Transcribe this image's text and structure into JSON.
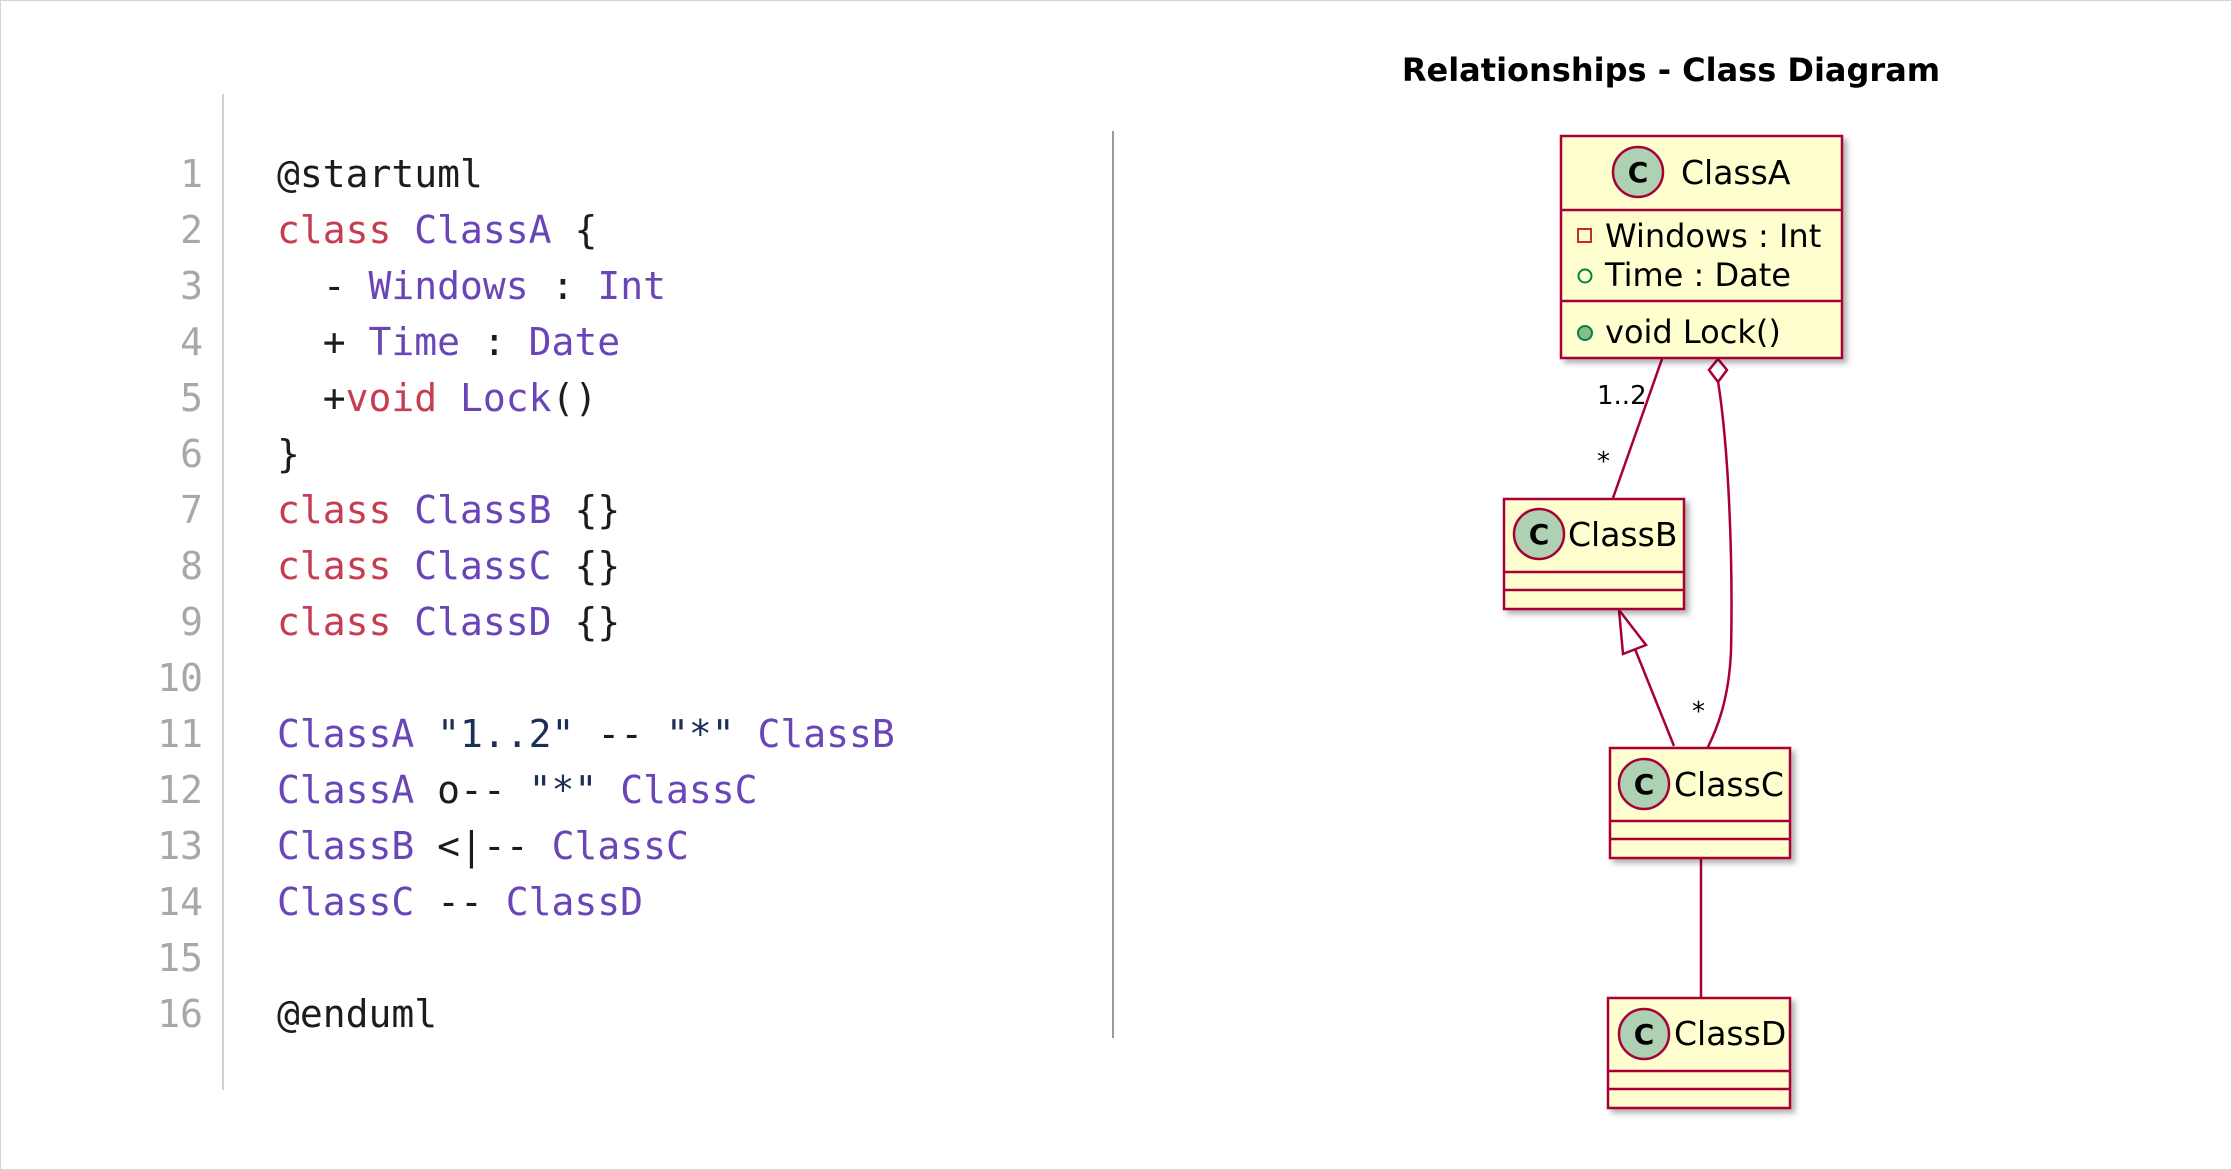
{
  "editor": {
    "lines": [
      {
        "n": "1",
        "tokens": [
          {
            "t": "@startuml",
            "k": "plain"
          }
        ]
      },
      {
        "n": "2",
        "tokens": [
          {
            "t": "class ",
            "k": "kw"
          },
          {
            "t": "ClassA",
            "k": "name"
          },
          {
            "t": " {",
            "k": "plain"
          }
        ]
      },
      {
        "n": "3",
        "tokens": [
          {
            "t": "  - ",
            "k": "plain"
          },
          {
            "t": "Windows",
            "k": "name"
          },
          {
            "t": " : ",
            "k": "plain"
          },
          {
            "t": "Int",
            "k": "name"
          }
        ]
      },
      {
        "n": "4",
        "tokens": [
          {
            "t": "  + ",
            "k": "plain"
          },
          {
            "t": "Time",
            "k": "name"
          },
          {
            "t": " : ",
            "k": "plain"
          },
          {
            "t": "Date",
            "k": "name"
          }
        ]
      },
      {
        "n": "5",
        "tokens": [
          {
            "t": "  +",
            "k": "plain"
          },
          {
            "t": "void",
            "k": "kw"
          },
          {
            "t": " ",
            "k": "plain"
          },
          {
            "t": "Lock",
            "k": "name"
          },
          {
            "t": "()",
            "k": "plain"
          }
        ]
      },
      {
        "n": "6",
        "tokens": [
          {
            "t": "}",
            "k": "plain"
          }
        ]
      },
      {
        "n": "7",
        "tokens": [
          {
            "t": "class ",
            "k": "kw"
          },
          {
            "t": "ClassB",
            "k": "name"
          },
          {
            "t": " {}",
            "k": "plain"
          }
        ]
      },
      {
        "n": "8",
        "tokens": [
          {
            "t": "class ",
            "k": "kw"
          },
          {
            "t": "ClassC",
            "k": "name"
          },
          {
            "t": " {}",
            "k": "plain"
          }
        ]
      },
      {
        "n": "9",
        "tokens": [
          {
            "t": "class ",
            "k": "kw"
          },
          {
            "t": "ClassD",
            "k": "name"
          },
          {
            "t": " {}",
            "k": "plain"
          }
        ]
      },
      {
        "n": "10",
        "tokens": []
      },
      {
        "n": "11",
        "tokens": [
          {
            "t": "ClassA",
            "k": "name"
          },
          {
            "t": " ",
            "k": "plain"
          },
          {
            "t": "\"1..2\"",
            "k": "str"
          },
          {
            "t": " -- ",
            "k": "plain"
          },
          {
            "t": "\"*\"",
            "k": "str"
          },
          {
            "t": " ",
            "k": "plain"
          },
          {
            "t": "ClassB",
            "k": "name"
          }
        ]
      },
      {
        "n": "12",
        "tokens": [
          {
            "t": "ClassA",
            "k": "name"
          },
          {
            "t": " o-- ",
            "k": "plain"
          },
          {
            "t": "\"*\"",
            "k": "str"
          },
          {
            "t": " ",
            "k": "plain"
          },
          {
            "t": "ClassC",
            "k": "name"
          }
        ]
      },
      {
        "n": "13",
        "tokens": [
          {
            "t": "ClassB",
            "k": "name"
          },
          {
            "t": " <|-- ",
            "k": "plain"
          },
          {
            "t": "ClassC",
            "k": "name"
          }
        ]
      },
      {
        "n": "14",
        "tokens": [
          {
            "t": "ClassC",
            "k": "name"
          },
          {
            "t": " -- ",
            "k": "plain"
          },
          {
            "t": "ClassD",
            "k": "name"
          }
        ]
      },
      {
        "n": "15",
        "tokens": []
      },
      {
        "n": "16",
        "tokens": [
          {
            "t": "@enduml",
            "k": "plain"
          }
        ]
      }
    ]
  },
  "diagram": {
    "title": "Relationships - Class Diagram",
    "spot_letter": "C",
    "classes": {
      "classA": {
        "name": "ClassA",
        "fields": [
          {
            "visibility": "private",
            "text": "Windows : Int"
          },
          {
            "visibility": "public",
            "text": "Time : Date"
          }
        ],
        "methods": [
          {
            "visibility": "public",
            "text": "void Lock()"
          }
        ]
      },
      "classB": {
        "name": "ClassB"
      },
      "classC": {
        "name": "ClassC"
      },
      "classD": {
        "name": "ClassD"
      }
    },
    "relations": [
      {
        "from": "ClassA",
        "to": "ClassB",
        "type": "association",
        "from_mult": "1..2",
        "to_mult": "*"
      },
      {
        "from": "ClassA",
        "to": "ClassC",
        "type": "aggregation",
        "to_mult": "*"
      },
      {
        "from": "ClassC",
        "to": "ClassB",
        "type": "inheritance"
      },
      {
        "from": "ClassC",
        "to": "ClassD",
        "type": "association"
      }
    ]
  },
  "colors": {
    "keyword": "#c63d4f",
    "identifier": "#6a45b8",
    "string": "#1d2f58",
    "line_number": "#a8a8a8",
    "class_fill": "#fefece",
    "class_border": "#a80036",
    "spot_fill": "#add1b2"
  }
}
